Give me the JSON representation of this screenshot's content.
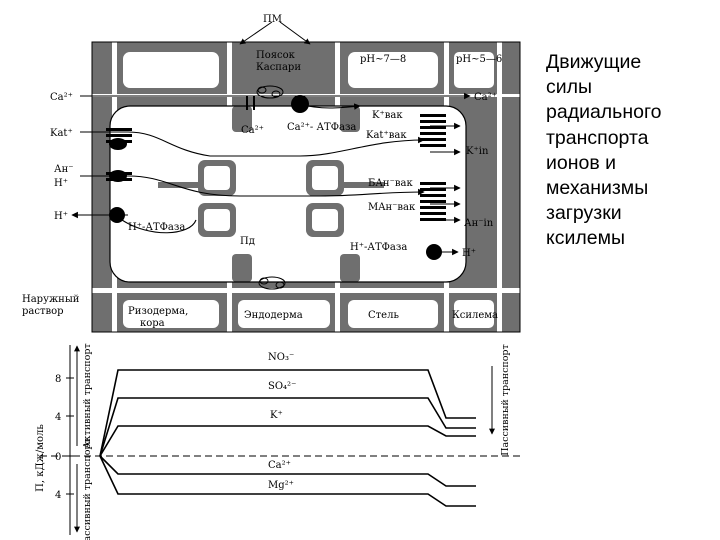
{
  "slide": {
    "title_lines": [
      "Движущие",
      "силы",
      "радиального",
      "транспорта",
      "ионов и",
      "механизмы",
      "загрузки",
      "ксилемы"
    ]
  },
  "diagram": {
    "top_labels": {
      "pm": "ПМ",
      "casparian_1": "Поясок",
      "casparian_2": "Каспари",
      "ph_left": "pH~7—8",
      "ph_right": "pH~5—6"
    },
    "ion_labels": {
      "ca_left": "Ca²⁺",
      "ca_right": "Ca²⁺",
      "cat_left": "Kat⁺",
      "an_left": "Ан⁻",
      "h_left1": "H⁺",
      "h_left2": "H⁺",
      "ca_channel": "Ca²⁺",
      "ca_atpase": "Ca²⁺- АТФаза",
      "k_vac": "K⁺вак",
      "kat_vac": "Kat⁺вак",
      "k_in": "K⁺in",
      "ban_vac": "БАн⁻вак",
      "man_vac": "MAн⁻вак",
      "an_in": "Ан⁻in",
      "h_atpase_left": "H⁺-АТФаза",
      "h_atpase_right": "H⁺-АТФаза",
      "h_right": "H⁺",
      "pd": "Пд"
    },
    "zones": {
      "outer_solution_1": "Наружный",
      "outer_solution_2": "раствор",
      "rhizoderm_1": "Ризодерма,",
      "rhizoderm_2": "кора",
      "endoderm": "Эндодерма",
      "stele": "Стель",
      "xylem": "Ксилема"
    }
  },
  "chart": {
    "y_axis_label": "П, кДж/моль",
    "y_ticks": [
      "8",
      "4",
      "0",
      "4"
    ],
    "left_active": "Активный транспорт",
    "left_passive": "Пассивный транспорт",
    "right_passive": "Пассивный транспорт",
    "series": [
      "NO₃⁻",
      "SO₄²⁻",
      "K⁺",
      "Ca²⁺",
      "Mg²⁺"
    ]
  }
}
